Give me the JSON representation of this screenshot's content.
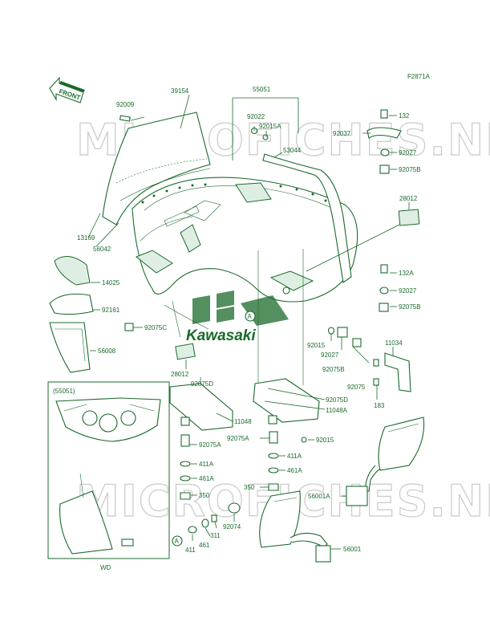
{
  "diagram_ref": "F2871A",
  "front_label": "FRONT",
  "watermark": "MICROFICHES.NET",
  "logo_text": "Kawasaki",
  "inset": {
    "title": "(55051)",
    "footer": "WD"
  },
  "colors": {
    "line": "#1a6a2a",
    "watermark": "#c9c9c9",
    "logo": "#1a6a2a"
  },
  "parts": {
    "p39154": "39154",
    "p55051": "55051",
    "p92009": "92009",
    "p92022": "92022",
    "p92015A": "92015A",
    "p53044": "53044",
    "p132": "132",
    "p92037": "92037",
    "p92027a": "92027",
    "p92075Ba": "92075B",
    "p28012a": "28012",
    "p13169": "13169",
    "p56042": "56042",
    "p14025": "14025",
    "p132A": "132A",
    "p92027b": "92027",
    "p92075Bb": "92075B",
    "p92161": "92161",
    "p92075C": "92075C",
    "p56008": "56008",
    "p92015a": "92015",
    "p92027c": "92027",
    "p11034": "11034",
    "p92075Bc": "92075B",
    "p28012b": "28012",
    "p92075D": "92075D",
    "p92075": "92075",
    "p92075Db": "92075D",
    "p183": "183",
    "p11048": "11048",
    "p11048A": "11048A",
    "p92075Aa": "92075A",
    "p92075Ab": "92075A",
    "p92015b": "92015",
    "p411A": "411A",
    "p411Ab": "411A",
    "p461A": "461A",
    "p461Ab": "461A",
    "p350": "350",
    "p350b": "350",
    "p56001A": "56001A",
    "p92074": "92074",
    "p311": "311",
    "p461": "461",
    "p411": "411",
    "p56001": "56001",
    "refA1": "A",
    "refA2": "A"
  }
}
